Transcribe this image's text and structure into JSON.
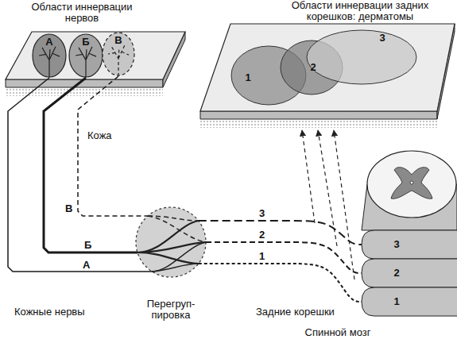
{
  "diagram": {
    "nodes": [
      {
        "text": [
          "Области иннервации нервов"
        ]
      },
      {
        "text": [
          "А"
        ],
        "in": 0
      },
      {
        "text": [
          "Б"
        ],
        "in": 0
      },
      {
        "text": [
          "В"
        ],
        "in": 0
      },
      {
        "text": [
          "Области иннервации задних корешков: дерматомы"
        ]
      },
      {
        "text": [
          "1"
        ],
        "in": 4
      },
      {
        "text": [
          "2"
        ],
        "in": 4
      },
      {
        "text": [
          "3"
        ],
        "in": 4
      },
      {
        "text": [
          "Перегруп- пировка"
        ]
      },
      {
        "text": [
          "Спинной мозг"
        ]
      },
      {
        "text": [
          "3"
        ],
        "in": 9
      },
      {
        "text": [
          "2"
        ],
        "in": 9
      },
      {
        "text": [
          "1"
        ],
        "in": 9
      }
    ],
    "edges": [
      {
        "from": 1,
        "to": 8,
        "arrow": "none",
        "label": "А"
      },
      {
        "from": 2,
        "to": 8,
        "arrow": "none",
        "label": "Б"
      },
      {
        "from": 3,
        "to": 8,
        "arrow": "none",
        "label": "В"
      },
      {
        "from": 8,
        "to": 10,
        "arrow": "none",
        "label": "3"
      },
      {
        "from": 8,
        "to": 11,
        "arrow": "none",
        "label": "2"
      },
      {
        "from": 8,
        "to": 12,
        "arrow": "none",
        "label": "1"
      }
    ],
    "labels": [
      "Кожа",
      "Кожные нервы",
      "Задние корешки"
    ]
  }
}
